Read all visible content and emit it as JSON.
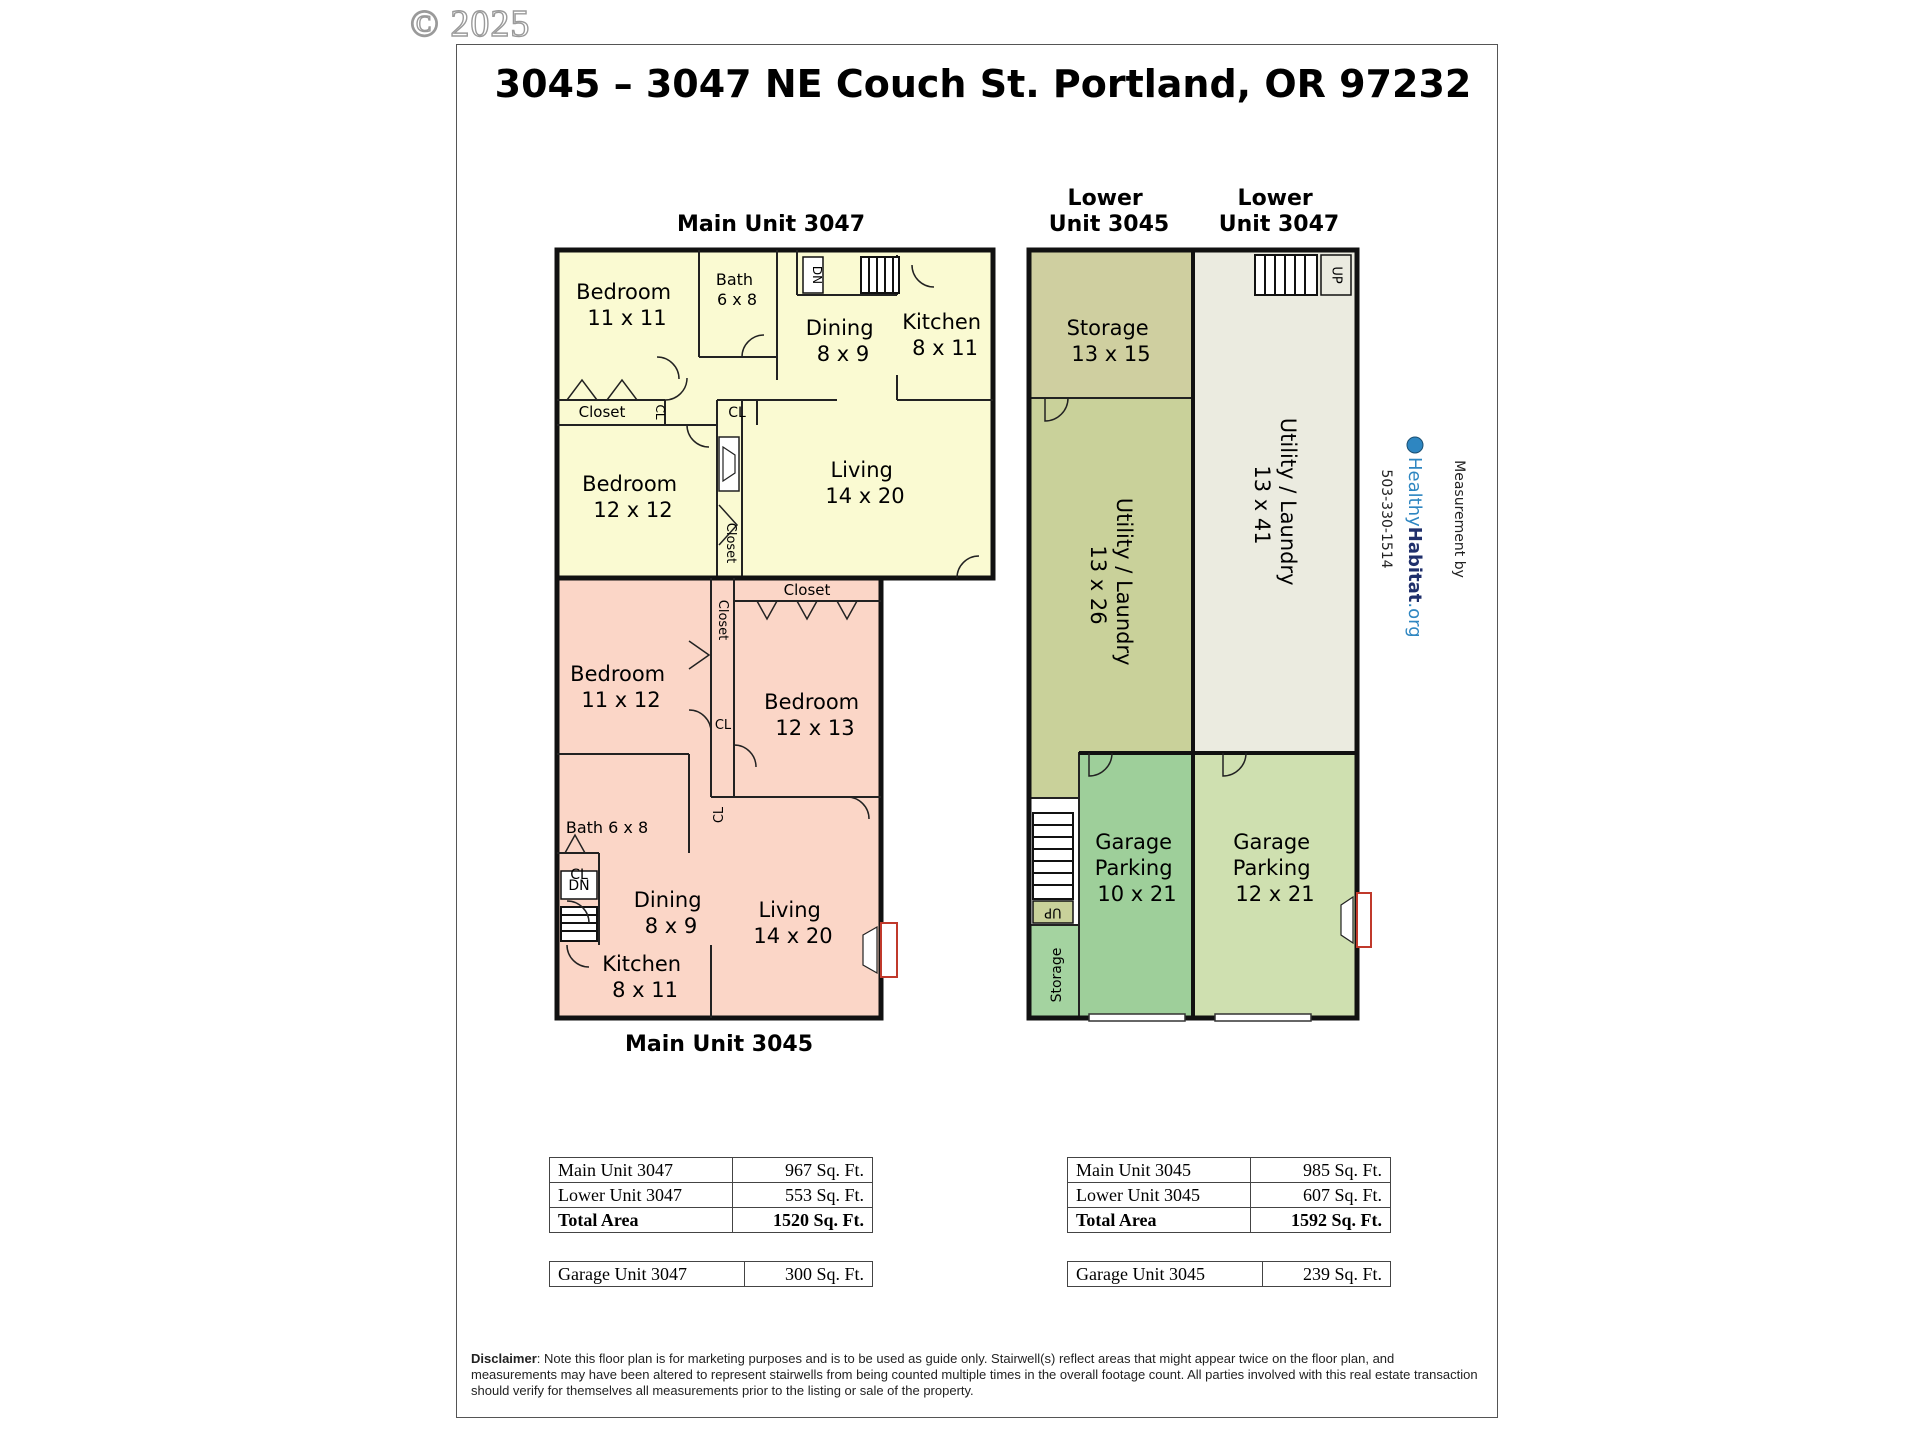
{
  "copyright": "© 2025",
  "title": "3045 – 3047 NE Couch St. Portland, OR 97232",
  "colors": {
    "main_3047": "#fafad2",
    "main_3045": "#fbd6c7",
    "lower_storage": "#cfcfa0",
    "lower_utility_3045": "#c9d19a",
    "lower_utility_3047": "#ebebe0",
    "garage_3045": "#9ecf9a",
    "garage_3047": "#cfe0b0",
    "storage_small": "#a4d3a0",
    "fireplace": "#c0392b"
  },
  "units": {
    "main_3047": "Main Unit 3047",
    "main_3045": "Main Unit 3045",
    "lower_3045": [
      "Lower",
      "Unit 3045"
    ],
    "lower_3047": [
      "Lower",
      "Unit 3047"
    ]
  },
  "rooms": {
    "m47_bedroom1": [
      "Bedroom",
      "11 x 11"
    ],
    "m47_bath": [
      "Bath",
      "6 x 8"
    ],
    "m47_dining": [
      "Dining",
      "8 x 9"
    ],
    "m47_kitchen": [
      "Kitchen",
      "8 x 11"
    ],
    "m47_bedroom2": [
      "Bedroom",
      "12 x 12"
    ],
    "m47_living": [
      "Living",
      "14 x 20"
    ],
    "m47_closet": "Closet",
    "m47_closet2": "Closet",
    "m47_cl1": "CL",
    "m47_cl2": "CL",
    "m47_dn": "DN",
    "m45_bedroom1": [
      "Bedroom",
      "11 x 12"
    ],
    "m45_bedroom2": [
      "Bedroom",
      "12 x 13"
    ],
    "m45_closet_top": "Closet",
    "m45_closet_side": "Closet",
    "m45_cl1": "CL",
    "m45_cl2": "CL",
    "m45_cl3": "CL",
    "m45_bath": "Bath 6 x 8",
    "m45_dn": "DN",
    "m45_dining": [
      "Dining",
      "8 x 9"
    ],
    "m45_living": [
      "Living",
      "14 x 20"
    ],
    "m45_kitchen": [
      "Kitchen",
      "8 x 11"
    ],
    "l45_storage": [
      "Storage",
      "13 x 15"
    ],
    "l45_utility": [
      "Utility / Laundry",
      "13 x 26"
    ],
    "l45_garage": [
      "Garage",
      "Parking",
      "10 x 21"
    ],
    "l45_storage_small": "Storage",
    "l45_up": "UP",
    "l47_utility": [
      "Utility / Laundry",
      "13 x 41"
    ],
    "l47_garage": [
      "Garage",
      "Parking",
      "12 x 21"
    ],
    "l47_up": "UP"
  },
  "badge": {
    "line1": "Measurement by",
    "brand_a": "Healthy",
    "brand_b": "Habitat",
    "brand_c": ".org",
    "phone": "503-330-1514"
  },
  "tables": {
    "left": {
      "rows": [
        [
          "Main Unit 3047",
          "967 Sq. Ft."
        ],
        [
          "Lower Unit 3047",
          "553 Sq. Ft."
        ]
      ],
      "total": [
        "Total Area",
        "1520 Sq. Ft."
      ],
      "garage": [
        "Garage Unit 3047",
        "300 Sq. Ft."
      ]
    },
    "right": {
      "rows": [
        [
          "Main Unit 3045",
          "985 Sq. Ft."
        ],
        [
          "Lower Unit 3045",
          "607 Sq. Ft."
        ]
      ],
      "total": [
        "Total Area",
        "1592 Sq. Ft."
      ],
      "garage": [
        "Garage Unit 3045",
        "239 Sq. Ft."
      ]
    }
  },
  "disclaimer": {
    "label": "Disclaimer",
    "text": ": Note this floor plan is for marketing purposes and is to be used as guide only.  Stairwell(s) reflect areas that might appear twice on the floor plan, and measurements may have been altered to represent stairwells from being counted multiple times in the overall footage count.  All parties involved with this real estate transaction should verify for themselves all measurements prior to the listing or sale of the property."
  }
}
